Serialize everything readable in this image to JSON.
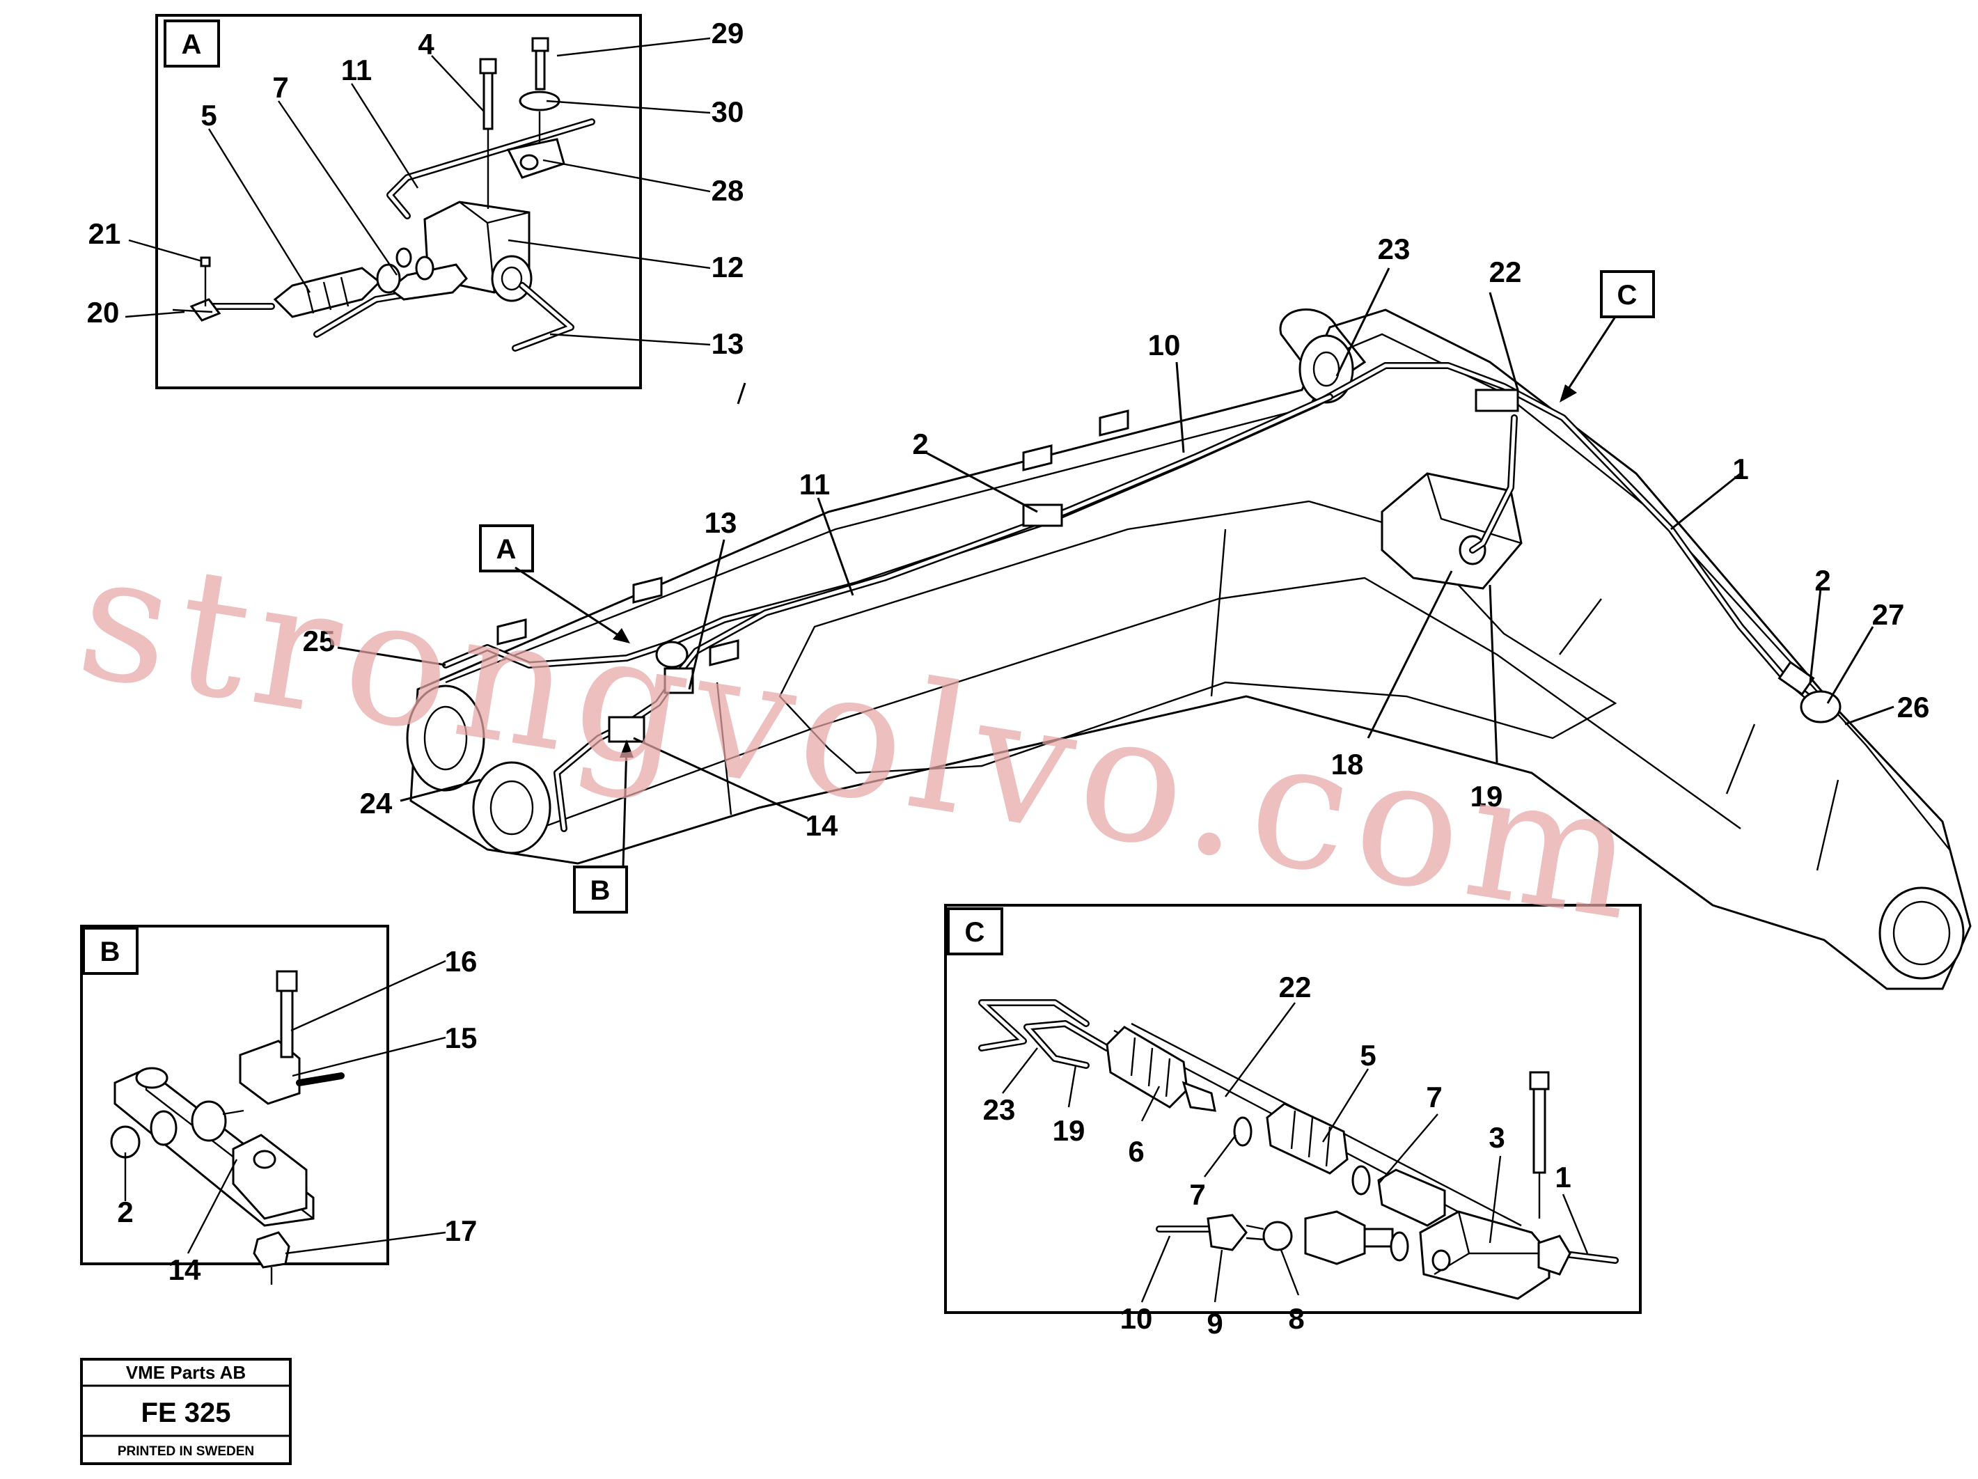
{
  "watermark": "strongvolvo.com",
  "detail_boxes": {
    "a": "A",
    "b": "B",
    "c": "C"
  },
  "callouts": {
    "main": {
      "a": "A",
      "b": "B",
      "c": "C",
      "n1": "1",
      "n2a": "2",
      "n2b": "2",
      "n10": "10",
      "n11": "11",
      "n13": "13",
      "n14": "14",
      "n18": "18",
      "n19": "19",
      "n22": "22",
      "n23": "23",
      "n24": "24",
      "n25": "25",
      "n26": "26",
      "n27": "27"
    },
    "detail_a": {
      "n4": "4",
      "n5": "5",
      "n7": "7",
      "n11": "11",
      "n12": "12",
      "n13": "13",
      "n20": "20",
      "n21": "21",
      "n28": "28",
      "n29": "29",
      "n30": "30"
    },
    "detail_b": {
      "n2": "2",
      "n14": "14",
      "n15": "15",
      "n16": "16",
      "n17": "17"
    },
    "detail_c": {
      "n1": "1",
      "n3": "3",
      "n5": "5",
      "n6": "6",
      "n7a": "7",
      "n7b": "7",
      "n8": "8",
      "n9": "9",
      "n10": "10",
      "n19": "19",
      "n22": "22",
      "n23": "23"
    }
  },
  "title_block": {
    "company": "VME Parts AB",
    "code": "FE 325",
    "printed": "PRINTED IN SWEDEN"
  }
}
